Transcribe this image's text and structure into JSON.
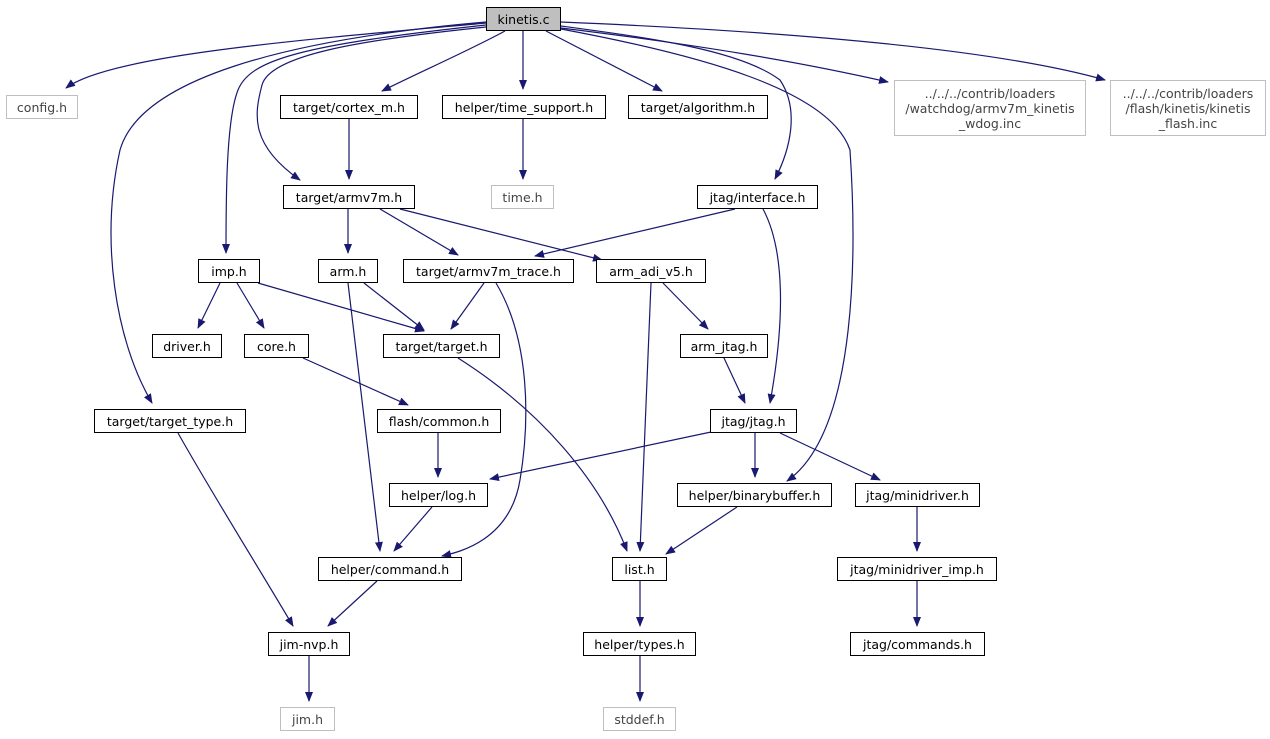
{
  "colors": {
    "edge": "#191970",
    "root_fill": "#bfbfbf",
    "node_border": "#000000",
    "external_border": "#bfbfbf"
  },
  "nodes": {
    "kinetis_c": {
      "lines": [
        "kinetis.c"
      ],
      "kind": "root"
    },
    "config_h": {
      "lines": [
        "config.h"
      ],
      "kind": "external"
    },
    "cortex_m_h": {
      "lines": [
        "target/cortex_m.h"
      ],
      "kind": "local"
    },
    "time_support_h": {
      "lines": [
        "helper/time_support.h"
      ],
      "kind": "local"
    },
    "algorithm_h": {
      "lines": [
        "target/algorithm.h"
      ],
      "kind": "local"
    },
    "wdog_inc": {
      "lines": [
        "../../../contrib/loaders",
        "/watchdog/armv7m_kinetis",
        "_wdog.inc"
      ],
      "kind": "external"
    },
    "flash_inc": {
      "lines": [
        "../../../contrib/loaders",
        "/flash/kinetis/kinetis",
        "_flash.inc"
      ],
      "kind": "external"
    },
    "armv7m_h": {
      "lines": [
        "target/armv7m.h"
      ],
      "kind": "local"
    },
    "time_h": {
      "lines": [
        "time.h"
      ],
      "kind": "external"
    },
    "interface_h": {
      "lines": [
        "jtag/interface.h"
      ],
      "kind": "local"
    },
    "imp_h": {
      "lines": [
        "imp.h"
      ],
      "kind": "local"
    },
    "arm_h": {
      "lines": [
        "arm.h"
      ],
      "kind": "local"
    },
    "armv7m_trace_h": {
      "lines": [
        "target/armv7m_trace.h"
      ],
      "kind": "local"
    },
    "arm_adi_v5_h": {
      "lines": [
        "arm_adi_v5.h"
      ],
      "kind": "local"
    },
    "driver_h": {
      "lines": [
        "driver.h"
      ],
      "kind": "local"
    },
    "core_h": {
      "lines": [
        "core.h"
      ],
      "kind": "local"
    },
    "target_h": {
      "lines": [
        "target/target.h"
      ],
      "kind": "local"
    },
    "arm_jtag_h": {
      "lines": [
        "arm_jtag.h"
      ],
      "kind": "local"
    },
    "target_type_h": {
      "lines": [
        "target/target_type.h"
      ],
      "kind": "local"
    },
    "flash_common_h": {
      "lines": [
        "flash/common.h"
      ],
      "kind": "local"
    },
    "jtag_h": {
      "lines": [
        "jtag/jtag.h"
      ],
      "kind": "local"
    },
    "log_h": {
      "lines": [
        "helper/log.h"
      ],
      "kind": "local"
    },
    "binarybuffer_h": {
      "lines": [
        "helper/binarybuffer.h"
      ],
      "kind": "local"
    },
    "minidriver_h": {
      "lines": [
        "jtag/minidriver.h"
      ],
      "kind": "local"
    },
    "command_h": {
      "lines": [
        "helper/command.h"
      ],
      "kind": "local"
    },
    "list_h": {
      "lines": [
        "list.h"
      ],
      "kind": "local"
    },
    "minidriver_imp_h": {
      "lines": [
        "jtag/minidriver_imp.h"
      ],
      "kind": "local"
    },
    "jim_nvp_h": {
      "lines": [
        "jim-nvp.h"
      ],
      "kind": "local"
    },
    "types_h": {
      "lines": [
        "helper/types.h"
      ],
      "kind": "local"
    },
    "commands_h": {
      "lines": [
        "jtag/commands.h"
      ],
      "kind": "local"
    },
    "jim_h": {
      "lines": [
        "jim.h"
      ],
      "kind": "external"
    },
    "stddef_h": {
      "lines": [
        "stddef.h"
      ],
      "kind": "external"
    }
  },
  "edges": [
    [
      "kinetis_c",
      "config_h"
    ],
    [
      "kinetis_c",
      "cortex_m_h"
    ],
    [
      "kinetis_c",
      "time_support_h"
    ],
    [
      "kinetis_c",
      "algorithm_h"
    ],
    [
      "kinetis_c",
      "wdog_inc"
    ],
    [
      "kinetis_c",
      "flash_inc"
    ],
    [
      "kinetis_c",
      "armv7m_h"
    ],
    [
      "kinetis_c",
      "interface_h"
    ],
    [
      "kinetis_c",
      "imp_h"
    ],
    [
      "kinetis_c",
      "target_type_h"
    ],
    [
      "kinetis_c",
      "binarybuffer_h"
    ],
    [
      "cortex_m_h",
      "armv7m_h"
    ],
    [
      "time_support_h",
      "time_h"
    ],
    [
      "armv7m_h",
      "arm_h"
    ],
    [
      "armv7m_h",
      "armv7m_trace_h"
    ],
    [
      "armv7m_h",
      "arm_adi_v5_h"
    ],
    [
      "interface_h",
      "armv7m_trace_h"
    ],
    [
      "interface_h",
      "jtag_h"
    ],
    [
      "imp_h",
      "driver_h"
    ],
    [
      "imp_h",
      "core_h"
    ],
    [
      "imp_h",
      "target_h"
    ],
    [
      "arm_h",
      "target_h"
    ],
    [
      "arm_h",
      "command_h"
    ],
    [
      "armv7m_trace_h",
      "target_h"
    ],
    [
      "armv7m_trace_h",
      "command_h"
    ],
    [
      "arm_adi_v5_h",
      "arm_jtag_h"
    ],
    [
      "arm_adi_v5_h",
      "list_h"
    ],
    [
      "core_h",
      "flash_common_h"
    ],
    [
      "target_h",
      "list_h"
    ],
    [
      "arm_jtag_h",
      "jtag_h"
    ],
    [
      "target_type_h",
      "jim_nvp_h"
    ],
    [
      "flash_common_h",
      "log_h"
    ],
    [
      "jtag_h",
      "log_h"
    ],
    [
      "jtag_h",
      "binarybuffer_h"
    ],
    [
      "jtag_h",
      "minidriver_h"
    ],
    [
      "log_h",
      "command_h"
    ],
    [
      "binarybuffer_h",
      "list_h"
    ],
    [
      "minidriver_h",
      "minidriver_imp_h"
    ],
    [
      "command_h",
      "jim_nvp_h"
    ],
    [
      "list_h",
      "types_h"
    ],
    [
      "minidriver_imp_h",
      "commands_h"
    ],
    [
      "jim_nvp_h",
      "jim_h"
    ],
    [
      "types_h",
      "stddef_h"
    ]
  ]
}
